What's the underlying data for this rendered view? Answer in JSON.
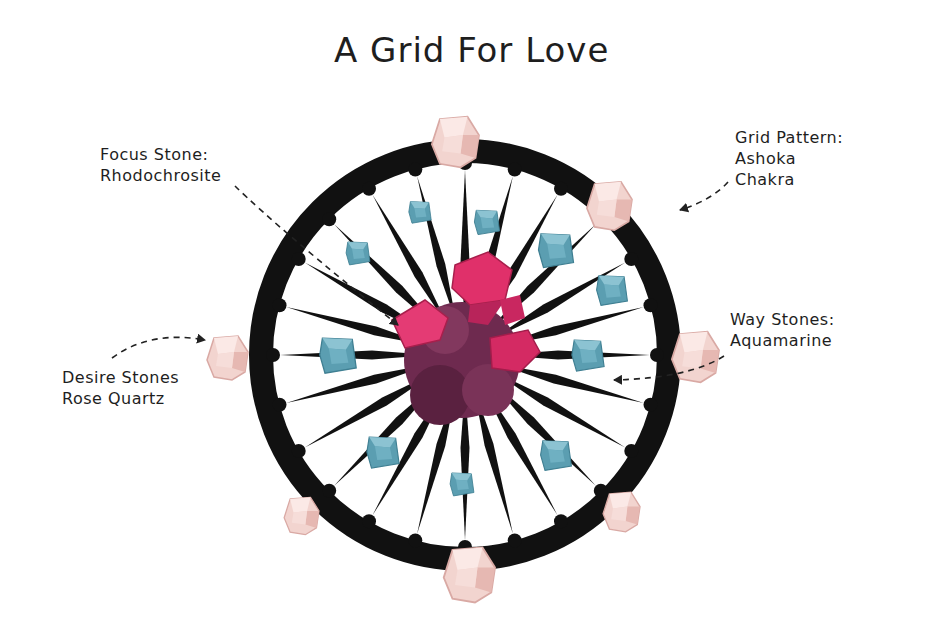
{
  "diagram": {
    "title": "A Grid For Love",
    "labels": [
      "Focus Stone: Rhodochrosite",
      "Grid Pattern: Ashoka Chakra",
      "Way Stones: Aquamarine",
      "Desire Stones Rose Quartz"
    ]
  }
}
